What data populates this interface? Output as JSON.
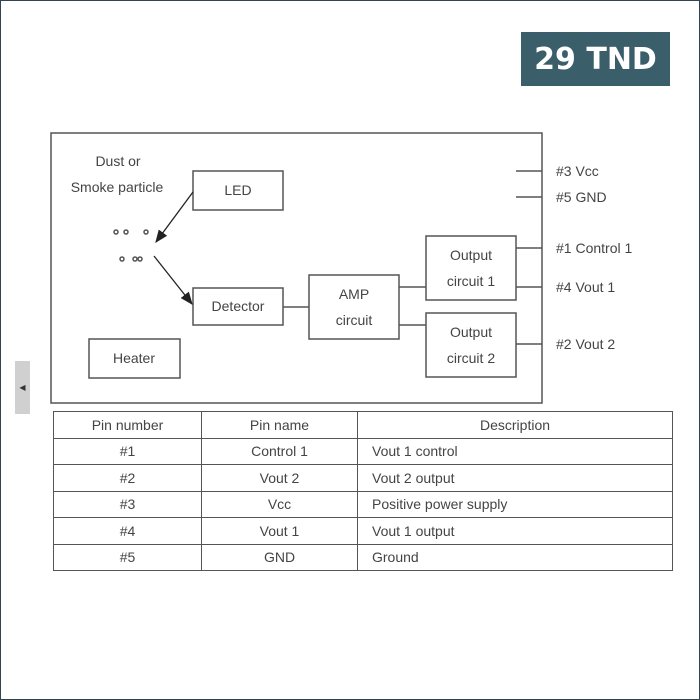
{
  "price": "29 TND",
  "diagram": {
    "particle_line1": "Dust or",
    "particle_line2": "Smoke particle",
    "led": "LED",
    "detector": "Detector",
    "heater": "Heater",
    "amp_line1": "AMP",
    "amp_line2": "circuit",
    "out1_line1": "Output",
    "out1_line2": "circuit 1",
    "out2_line1": "Output",
    "out2_line2": "circuit 2",
    "pins": {
      "vcc": "#3 Vcc",
      "gnd": "#5 GND",
      "control1": "#1 Control 1",
      "vout1": "#4 Vout 1",
      "vout2": "#2 Vout 2"
    }
  },
  "table": {
    "headers": [
      "Pin number",
      "Pin name",
      "Description"
    ],
    "rows": [
      [
        "#1",
        "Control 1",
        "Vout 1 control"
      ],
      [
        "#2",
        "Vout 2",
        "Vout 2 output"
      ],
      [
        "#3",
        "Vcc",
        "Positive power supply"
      ],
      [
        "#4",
        "Vout 1",
        "Vout 1 output"
      ],
      [
        "#5",
        "GND",
        "Ground"
      ]
    ]
  }
}
